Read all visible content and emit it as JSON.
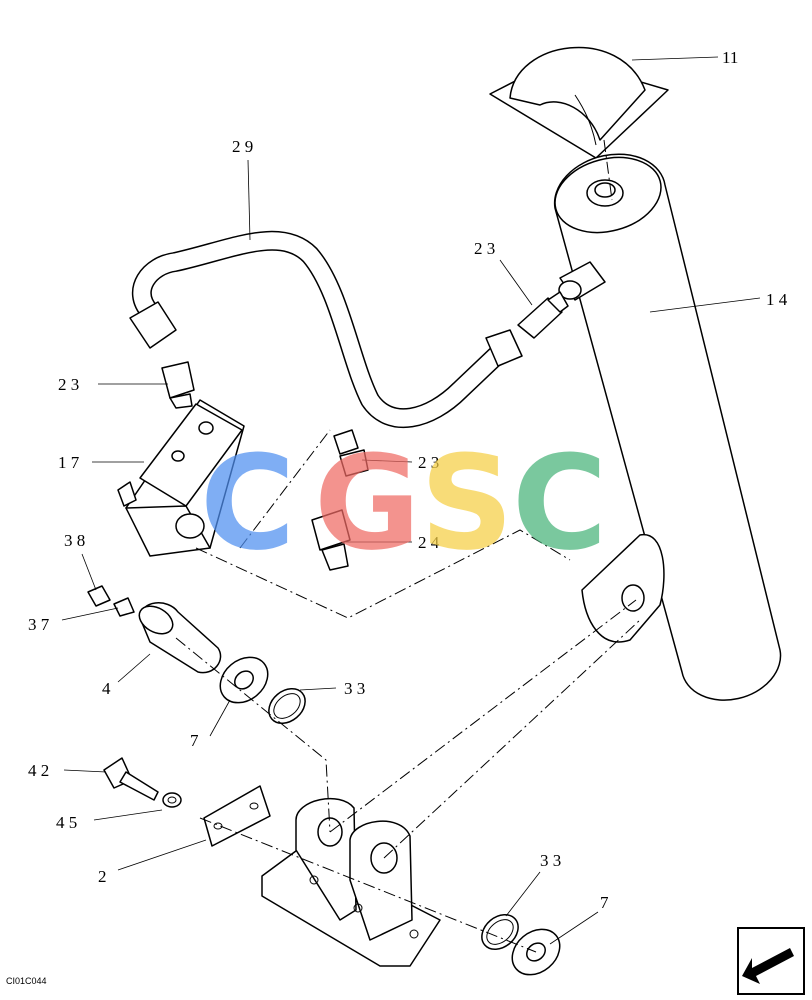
{
  "diagram": {
    "reference_code": "CI01C044",
    "callouts": {
      "c11": "11",
      "c29": "2 9",
      "c23a": "2 3",
      "c14": "1 4",
      "c23b": "2 3",
      "c17": "1 7",
      "c23c": "2 3",
      "c24": "2 4",
      "c38": "3 8",
      "c37": "3 7",
      "c4": "4",
      "c33a": "3 3",
      "c7a": "7",
      "c42": "4 2",
      "c45": "4 5",
      "c2": "2",
      "c33b": "3 3",
      "c7b": "7"
    }
  },
  "watermark": {
    "letters": [
      "C",
      "G",
      "S",
      "C"
    ],
    "colors": [
      "#4f8ff0",
      "#ef6a64",
      "#f6cf45",
      "#48b47a"
    ]
  },
  "nav_icon": "return-arrow-icon"
}
